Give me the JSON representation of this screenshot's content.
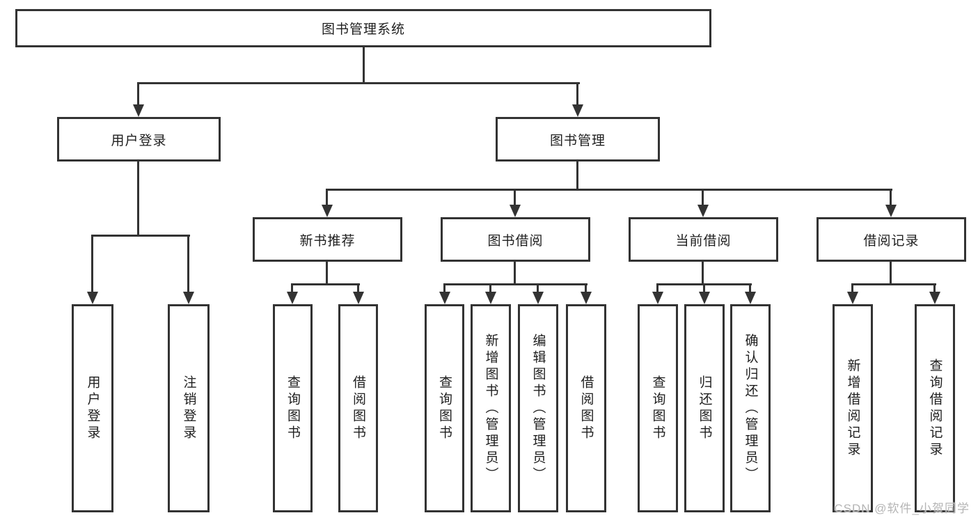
{
  "diagram": {
    "title": "图书管理系统",
    "level2": [
      {
        "label": "用户登录"
      },
      {
        "label": "图书管理"
      }
    ],
    "level3": [
      {
        "label": "新书推荐"
      },
      {
        "label": "图书借阅"
      },
      {
        "label": "当前借阅"
      },
      {
        "label": "借阅记录"
      }
    ],
    "leaves": {
      "user_login": [
        {
          "label": "用户登录"
        },
        {
          "label": "注销登录"
        }
      ],
      "new_book_recommend": [
        {
          "label": "查询图书"
        },
        {
          "label": "借阅图书"
        }
      ],
      "book_borrow": [
        {
          "label": "查询图书"
        },
        {
          "label": "新增图书（管理员）"
        },
        {
          "label": "编辑图书（管理员）"
        },
        {
          "label": "借阅图书"
        }
      ],
      "current_borrow": [
        {
          "label": "查询图书"
        },
        {
          "label": "归还图书"
        },
        {
          "label": "确认归还（管理员）"
        }
      ],
      "borrow_record": [
        {
          "label": "新增借阅记录"
        },
        {
          "label": "查询借阅记录"
        }
      ]
    },
    "watermark": "CSDN @软件_小贺同学",
    "colors": {
      "line": "#333333",
      "border": "#333333",
      "text": "#1f1f1f",
      "background": "#ffffff",
      "watermark": "#b5b5b5"
    }
  }
}
